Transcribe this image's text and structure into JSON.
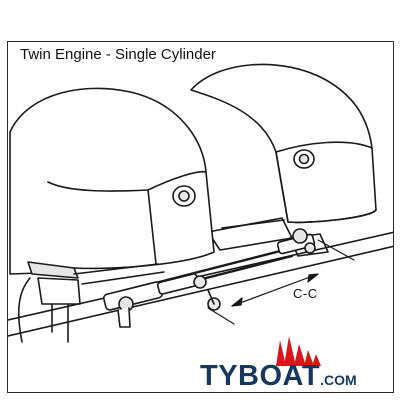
{
  "diagram": {
    "title": "Twin Engine - Single Cylinder",
    "dimension_label": "C-C"
  },
  "watermark": {
    "brand": "TYBOAT",
    "suffix": ".COM",
    "colors": {
      "text": "#16375f",
      "sail": "#d9161d"
    }
  },
  "colors": {
    "line": "#1a1a1a",
    "fill": "#ffffff",
    "shade": "#e6e6e6"
  }
}
